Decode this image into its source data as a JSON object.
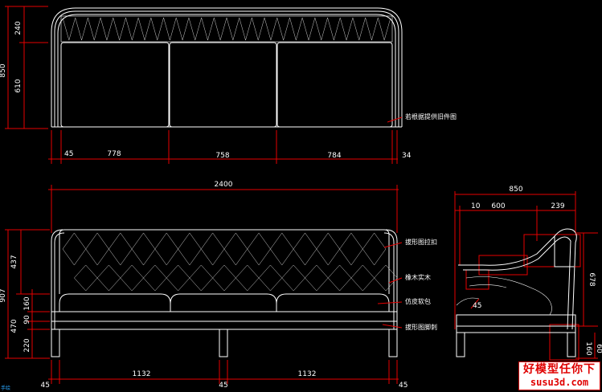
{
  "top_view": {
    "dims_left": [
      "240",
      "610",
      "850"
    ],
    "dims_bottom": [
      "45",
      "778",
      "758",
      "784",
      "34"
    ],
    "note": "若根据提供旧件图"
  },
  "front_view": {
    "overall_width": "2400",
    "dims_left": [
      "437",
      "907",
      "160",
      "90",
      "470",
      "220"
    ],
    "dims_bottom": [
      "45",
      "1132",
      "45",
      "1132",
      "45"
    ],
    "notes": [
      "拔形图拉扣",
      "橡木实木",
      "仿皮软包",
      "拔形图脚刺"
    ]
  },
  "side_view": {
    "overall_depth": "850",
    "dims_top": [
      "10",
      "600",
      "239"
    ],
    "dims_right": [
      "678",
      "160",
      "60"
    ],
    "angle_label": "45"
  },
  "watermark": {
    "title": "好模型任你下",
    "site": "susu3d.com"
  },
  "corner_label": "手绘"
}
